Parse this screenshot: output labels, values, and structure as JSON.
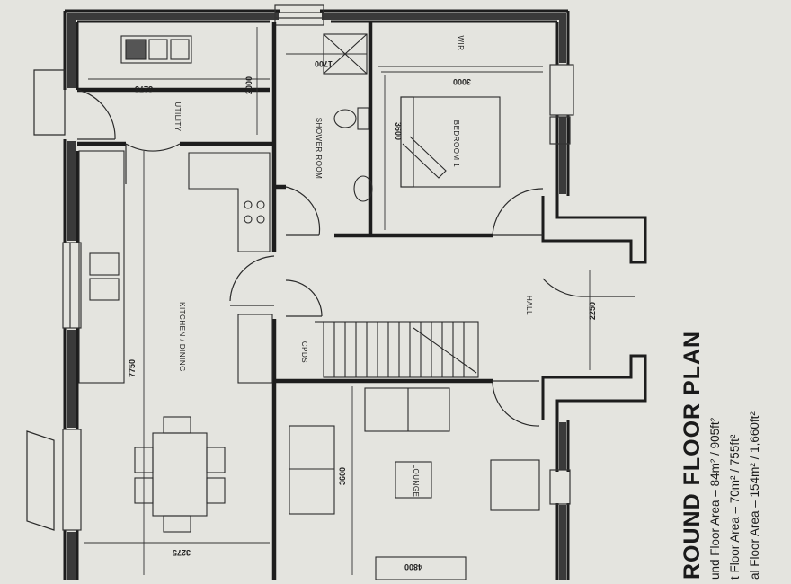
{
  "title": "ROUND FLOOR PLAN",
  "areas": [
    "und Floor Area  –  84m²  /  905ft²",
    "t Floor Area  –  70m²  /  755ft²",
    "al Floor Area  –  154m²  /  1,660ft²"
  ],
  "rooms": {
    "utility": "UTILITY",
    "shower": "SHOWER ROOM",
    "bedroom": "BEDROOM 1",
    "wir": "WIR",
    "kitchen": "KITCHEN / DINING",
    "hall": "HALL",
    "cpds": "CPDS",
    "lounge": "LOUNGE"
  },
  "dims": {
    "utility_w": "3275",
    "utility_h": "2000",
    "shower_w": "1700",
    "bedroom_w": "3000",
    "bedroom_h": "3600",
    "hall_h": "2250",
    "kitchen_len": "7750",
    "kitchen_w": "3275",
    "lounge_h": "3600",
    "lounge_w": "4800"
  }
}
